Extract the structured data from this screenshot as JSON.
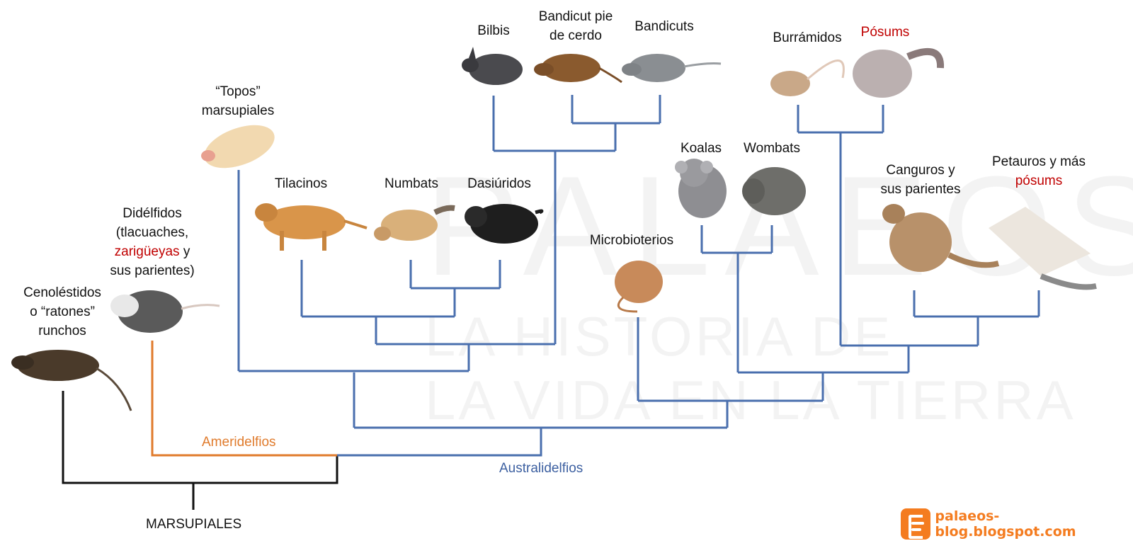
{
  "watermark": {
    "big": "PALAEOS",
    "line1": "LA HISTORIA DE",
    "line2": "LA VIDA EN LA TIERRA"
  },
  "taxa": {
    "cenolestidos": {
      "line1": "Cenoléstidos",
      "line2": "o “ratones”",
      "line3": "runchos"
    },
    "didelfidos": {
      "line1": "Didélfidos",
      "line2": "(tlacuaches,",
      "line3_red": "zarigüeyas",
      "line3_rest": " y",
      "line4": "sus parientes)"
    },
    "topos": {
      "line1": "“Topos”",
      "line2": "marsupiales"
    },
    "tilacinos": "Tilacinos",
    "numbats": "Numbats",
    "dasiuridos": "Dasiúridos",
    "bilbis": "Bilbis",
    "bandicut_pie": {
      "line1": "Bandicut pie",
      "line2": "de cerdo"
    },
    "bandicuts": "Bandicuts",
    "microbioterios": "Microbioterios",
    "koalas": "Koalas",
    "wombats": "Wombats",
    "burramidos": "Burrámidos",
    "posums": "Pósums",
    "canguros": {
      "line1": "Canguros y",
      "line2": "sus parientes"
    },
    "petauros": {
      "line1": "Petauros y más",
      "line2_red": "pósums"
    }
  },
  "clades": {
    "ameridelfios": "Ameridelfios",
    "australidelfios": "Australidelfios",
    "marsupiales": "MARSUPIALES"
  },
  "brand": {
    "text": "palaeos-blog.blogspot.com"
  },
  "colors": {
    "australidelphia": "#4a6fae",
    "ameridelphia": "#e07b2c",
    "root": "#111111",
    "highlight": "#c00000",
    "brand": "#f47c20"
  }
}
